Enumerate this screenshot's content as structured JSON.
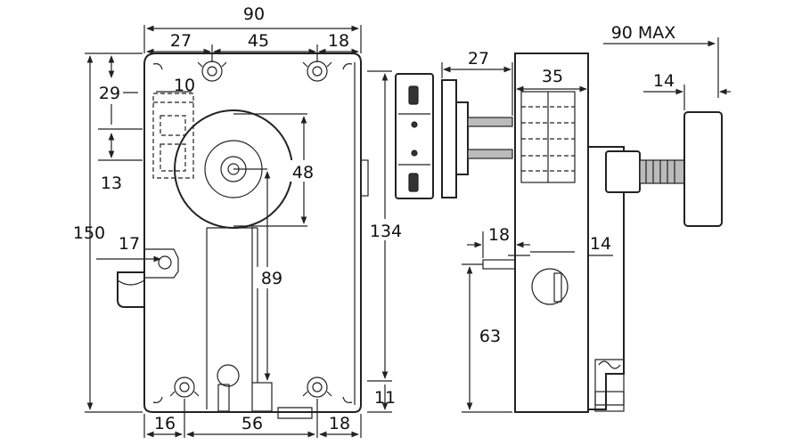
{
  "dimensions": {
    "front_width": "90",
    "top_left": "27",
    "top_center": "45",
    "top_right": "18",
    "height_overall": "150",
    "left_29": "29",
    "left_10": "10",
    "left_13": "13",
    "hub_48": "48",
    "bolt_17": "17",
    "right_134": "134",
    "center_89": "89",
    "bottom_11": "11",
    "bottom_16": "16",
    "bottom_56": "56",
    "bottom_18": "18",
    "side_27": "27",
    "side_35": "35",
    "side_18": "18",
    "side_14": "14",
    "side_63": "63",
    "knob_max": "90 MAX",
    "knob_14": "14"
  }
}
